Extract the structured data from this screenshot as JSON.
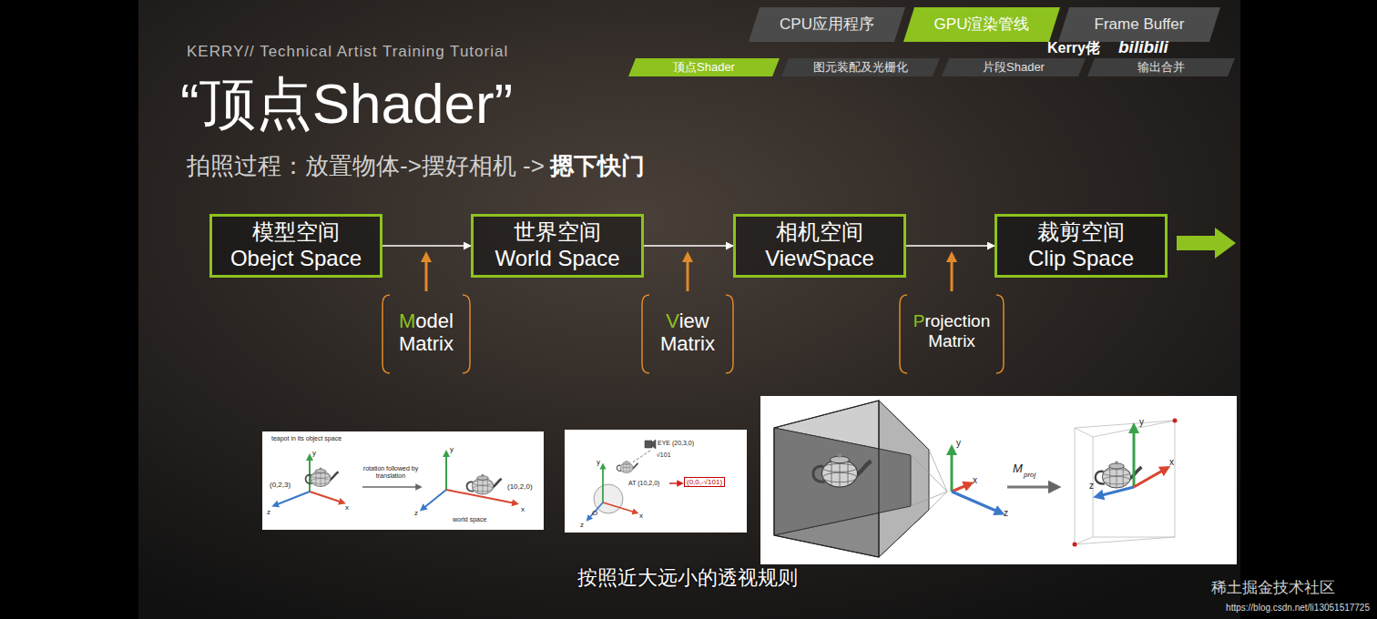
{
  "diagram": {
    "title": "“顶点Shader”",
    "caption": "按照近大远小的透视规则",
    "nodes": [
      {
        "text": [
          "CPU应用程序"
        ]
      },
      {
        "text": [
          "GPU渲染管线"
        ]
      },
      {
        "text": [
          "Frame Buffer"
        ]
      },
      {
        "text": [
          "顶点Shader"
        ]
      },
      {
        "text": [
          "图元装配及光栅化"
        ]
      },
      {
        "text": [
          "片段Shader"
        ]
      },
      {
        "text": [
          "输出合并"
        ]
      },
      {
        "text": [
          "模型空间",
          "Obejct Space"
        ]
      },
      {
        "text": [
          "世界空间",
          "World Space"
        ]
      },
      {
        "text": [
          "相机空间",
          "ViewSpace"
        ]
      },
      {
        "text": [
          "裁剪空间",
          "Clip Space"
        ]
      }
    ],
    "edges": [
      {
        "from": 7,
        "to": 8,
        "arrow": "to"
      },
      {
        "from": 8,
        "to": 9,
        "arrow": "to"
      },
      {
        "from": 9,
        "to": 10,
        "arrow": "to"
      }
    ],
    "labels": [
      "KERRY// Technical Artist Training Tutorial",
      "拍照过程：放置物体->摆好相机 ->",
      "摁下快门",
      "Model Matrix",
      "View Matrix",
      "Projection Matrix",
      "Kerry佬",
      "bilibili",
      "teapot in its object space",
      "y",
      "(0,2,3)",
      "z",
      "x",
      "rotation followed by translation",
      "y",
      "(10,2,0)",
      "z",
      "world space",
      "x",
      "EYE (20,3,0)",
      "√101",
      "AT (10,2,0)",
      "(0,0,-√101)",
      "y",
      "O",
      "x",
      "z",
      "y",
      "x",
      "z",
      "M",
      "proj",
      "y",
      "z",
      "x",
      "稀土掘金技术社区",
      "https://blog.csdn.net/li13051517725"
    ]
  }
}
